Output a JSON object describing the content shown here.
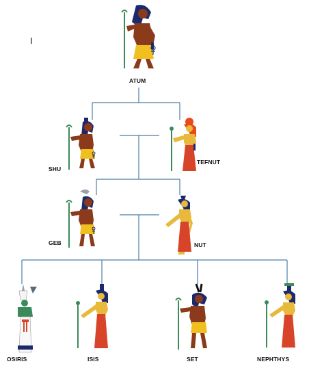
{
  "corner_mark": "I",
  "gods": {
    "atum": "ATUM",
    "shu": "SHU",
    "tefnut": "TEFNUT",
    "geb": "GEB",
    "nut": "NUT",
    "osiris": "OSIRIS",
    "isis": "ISIS",
    "set": "SET",
    "nephthys": "NEPHTHYS"
  },
  "colors": {
    "line": "#4a7ea8",
    "skin_male": "#8b3a1c",
    "skin_female": "#e8b93a",
    "kilt": "#f0c020",
    "dress": "#d8442a",
    "hair": "#1b2a6b",
    "staff": "#3a8a5a"
  }
}
